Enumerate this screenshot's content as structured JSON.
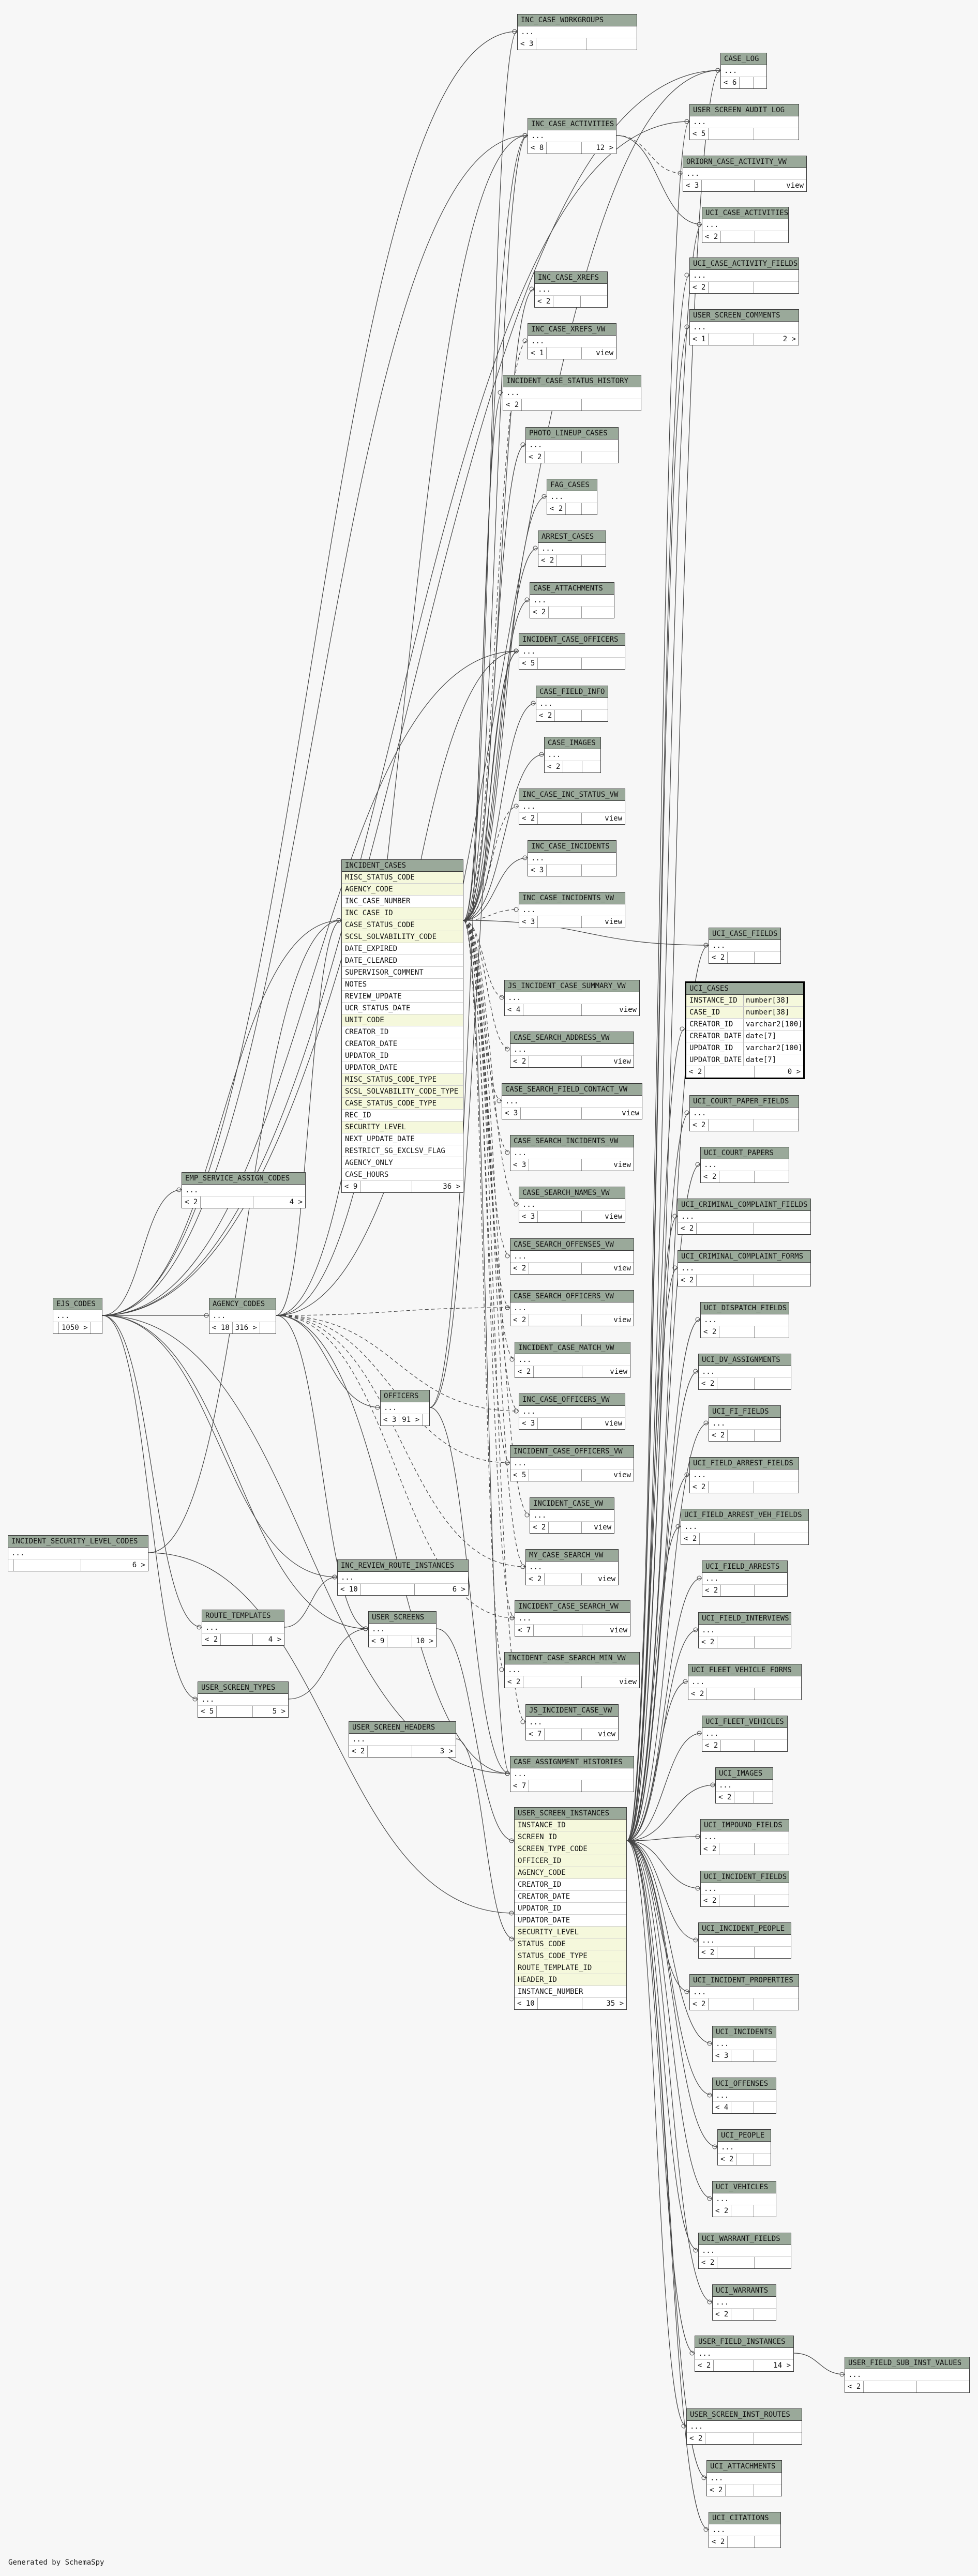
{
  "footer": "Generated by SchemaSpy",
  "tables": {
    "inc_case_workgroups": {
      "name": "INC_CASE_WORKGROUPS",
      "rows": "...",
      "f1": "< 3",
      "f2": "",
      "f3": ""
    },
    "case_log": {
      "name": "CASE_LOG",
      "rows": "...",
      "f1": "< 6",
      "f2": "",
      "f3": ""
    },
    "inc_case_activities": {
      "name": "INC_CASE_ACTIVITIES",
      "rows": "...",
      "f1": "< 8",
      "f2": "",
      "f3": "12 >"
    },
    "user_screen_audit_log": {
      "name": "USER_SCREEN_AUDIT_LOG",
      "rows": "...",
      "f1": "< 5",
      "f2": "",
      "f3": ""
    },
    "orion_case_activity_vw": {
      "name": "ORIORN_CASE_ACTIVITY_VW",
      "rows": "...",
      "f1": "< 3",
      "f2": "",
      "f3": "view"
    },
    "uci_case_activities": {
      "name": "UCI_CASE_ACTIVITIES",
      "rows": "...",
      "f1": "< 2",
      "f2": "",
      "f3": ""
    },
    "uci_case_activity_fields": {
      "name": "UCI_CASE_ACTIVITY_FIELDS",
      "rows": "...",
      "f1": "< 2",
      "f2": "",
      "f3": ""
    },
    "user_screen_comments": {
      "name": "USER_SCREEN_COMMENTS",
      "rows": "...",
      "f1": "< 1",
      "f2": "",
      "f3": "2 >"
    },
    "inc_case_xrefs": {
      "name": "INC_CASE_XREFS",
      "rows": "...",
      "f1": "< 2",
      "f2": "",
      "f3": ""
    },
    "inc_case_xrefs_vw": {
      "name": "INC_CASE_XREFS_VW",
      "rows": "...",
      "f1": "< 1",
      "f2": "",
      "f3": "view"
    },
    "incident_case_status_history": {
      "name": "INCIDENT_CASE_STATUS_HISTORY",
      "rows": "...",
      "f1": "< 2",
      "f2": "",
      "f3": ""
    },
    "photo_lineup_cases": {
      "name": "PHOTO_LINEUP_CASES",
      "rows": "...",
      "f1": "< 2",
      "f2": "",
      "f3": ""
    },
    "fag_cases": {
      "name": "FAG_CASES",
      "rows": "...",
      "f1": "< 2",
      "f2": "",
      "f3": ""
    },
    "arrest_cases": {
      "name": "ARREST_CASES",
      "rows": "...",
      "f1": "< 2",
      "f2": "",
      "f3": ""
    },
    "case_attachments": {
      "name": "CASE_ATTACHMENTS",
      "rows": "...",
      "f1": "< 2",
      "f2": "",
      "f3": ""
    },
    "incident_case_officers": {
      "name": "INCIDENT_CASE_OFFICERS",
      "rows": "...",
      "f1": "< 5",
      "f2": "",
      "f3": ""
    },
    "case_field_info": {
      "name": "CASE_FIELD_INFO",
      "rows": "...",
      "f1": "< 2",
      "f2": "",
      "f3": ""
    },
    "case_images": {
      "name": "CASE_IMAGES",
      "rows": "...",
      "f1": "< 2",
      "f2": "",
      "f3": ""
    },
    "inc_case_inc_status_vw": {
      "name": "INC_CASE_INC_STATUS_VW",
      "rows": "...",
      "f1": "< 2",
      "f2": "",
      "f3": "view"
    },
    "inc_case_incidents": {
      "name": "INC_CASE_INCIDENTS",
      "rows": "...",
      "f1": "< 3",
      "f2": "",
      "f3": ""
    },
    "inc_case_incidents_vw": {
      "name": "INC_CASE_INCIDENTS_VW",
      "rows": "...",
      "f1": "< 3",
      "f2": "",
      "f3": "view"
    },
    "uci_case_fields": {
      "name": "UCI_CASE_FIELDS",
      "rows": "...",
      "f1": "< 2",
      "f2": "",
      "f3": ""
    },
    "js_incident_case_summary_vw": {
      "name": "JS_INCIDENT_CASE_SUMMARY_VW",
      "rows": "...",
      "f1": "< 4",
      "f2": "",
      "f3": "view"
    },
    "case_search_address_vw": {
      "name": "CASE_SEARCH_ADDRESS_VW",
      "rows": "...",
      "f1": "< 2",
      "f2": "",
      "f3": "view"
    },
    "case_search_field_contact_vw": {
      "name": "CASE_SEARCH_FIELD_CONTACT_VW",
      "rows": "...",
      "f1": "< 3",
      "f2": "",
      "f3": "view"
    },
    "case_search_incidents_vw": {
      "name": "CASE_SEARCH_INCIDENTS_VW",
      "rows": "...",
      "f1": "< 3",
      "f2": "",
      "f3": "view"
    },
    "case_search_names_vw": {
      "name": "CASE_SEARCH_NAMES_VW",
      "rows": "...",
      "f1": "< 3",
      "f2": "",
      "f3": "view"
    },
    "case_search_offenses_vw": {
      "name": "CASE_SEARCH_OFFENSES_VW",
      "rows": "...",
      "f1": "< 2",
      "f2": "",
      "f3": "view"
    },
    "case_search_officers_vw": {
      "name": "CASE_SEARCH_OFFICERS_VW",
      "rows": "...",
      "f1": "< 2",
      "f2": "",
      "f3": "view"
    },
    "incident_case_match_vw": {
      "name": "INCIDENT_CASE_MATCH_VW",
      "rows": "...",
      "f1": "< 2",
      "f2": "",
      "f3": "view"
    },
    "inc_case_officers_vw": {
      "name": "INC_CASE_OFFICERS_VW",
      "rows": "...",
      "f1": "< 3",
      "f2": "",
      "f3": "view"
    },
    "incident_case_officers_vw": {
      "name": "INCIDENT_CASE_OFFICERS_VW",
      "rows": "...",
      "f1": "< 5",
      "f2": "",
      "f3": "view"
    },
    "incident_case_vw": {
      "name": "INCIDENT_CASE_VW",
      "rows": "...",
      "f1": "< 2",
      "f2": "",
      "f3": "view"
    },
    "my_case_search_vw": {
      "name": "MY_CASE_SEARCH_VW",
      "rows": "...",
      "f1": "< 2",
      "f2": "",
      "f3": "view"
    },
    "incident_case_search_vw": {
      "name": "INCIDENT_CASE_SEARCH_VW",
      "rows": "...",
      "f1": "< 7",
      "f2": "",
      "f3": "view"
    },
    "incident_case_search_min_vw": {
      "name": "INCIDENT_CASE_SEARCH_MIN_VW",
      "rows": "...",
      "f1": "< 2",
      "f2": "",
      "f3": "view"
    },
    "js_incident_case_vw": {
      "name": "JS_INCIDENT_CASE_VW",
      "rows": "...",
      "f1": "< 7",
      "f2": "",
      "f3": "view"
    },
    "case_assignment_histories": {
      "name": "CASE_ASSIGNMENT_HISTORIES",
      "rows": "...",
      "f1": "< 7",
      "f2": "",
      "f3": ""
    },
    "emp_service_assign_codes": {
      "name": "EMP_SERVICE_ASSIGN_CODES",
      "rows": "...",
      "f1": "< 2",
      "f2": "",
      "f3": "4 >"
    },
    "ejs_codes": {
      "name": "EJS_CODES",
      "rows": "...",
      "f1": "",
      "f2": "1050 >",
      "f3": ""
    },
    "agency_codes": {
      "name": "AGENCY_CODES",
      "rows": "...",
      "f1": "< 18",
      "f2": "316 >",
      "f3": ""
    },
    "officers": {
      "name": "OFFICERS",
      "rows": "...",
      "f1": "< 3",
      "f2": "91 >",
      "f3": ""
    },
    "incident_security_level_codes": {
      "name": "INCIDENT_SECURITY_LEVEL_CODES",
      "rows": "...",
      "f1": "",
      "f2": "",
      "f3": "6 >"
    },
    "inc_review_route_instances": {
      "name": "INC_REVIEW_ROUTE_INSTANCES",
      "rows": "...",
      "f1": "< 10",
      "f2": "",
      "f3": "6 >"
    },
    "route_templates": {
      "name": "ROUTE_TEMPLATES",
      "rows": "...",
      "f1": "< 2",
      "f2": "",
      "f3": "4 >"
    },
    "user_screens": {
      "name": "USER_SCREENS",
      "rows": "...",
      "f1": "< 9",
      "f2": "",
      "f3": "10 >"
    },
    "user_screen_types": {
      "name": "USER_SCREEN_TYPES",
      "rows": "...",
      "f1": "< 5",
      "f2": "",
      "f3": "5 >"
    },
    "user_screen_headers": {
      "name": "USER_SCREEN_HEADERS",
      "rows": "...",
      "f1": "< 2",
      "f2": "",
      "f3": "3 >"
    },
    "uci_court_paper_fields": {
      "name": "UCI_COURT_PAPER_FIELDS",
      "rows": "...",
      "f1": "< 2",
      "f2": "",
      "f3": ""
    },
    "uci_court_papers": {
      "name": "UCI_COURT_PAPERS",
      "rows": "...",
      "f1": "< 2",
      "f2": "",
      "f3": ""
    },
    "uci_criminal_complaint_fields": {
      "name": "UCI_CRIMINAL_COMPLAINT_FIELDS",
      "rows": "...",
      "f1": "< 2",
      "f2": "",
      "f3": ""
    },
    "uci_criminal_complaint_forms": {
      "name": "UCI_CRIMINAL_COMPLAINT_FORMS",
      "rows": "...",
      "f1": "< 2",
      "f2": "",
      "f3": ""
    },
    "uci_dispatch_fields": {
      "name": "UCI_DISPATCH_FIELDS",
      "rows": "...",
      "f1": "< 2",
      "f2": "",
      "f3": ""
    },
    "uci_dv_assignments": {
      "name": "UCI_DV_ASSIGNMENTS",
      "rows": "...",
      "f1": "< 2",
      "f2": "",
      "f3": ""
    },
    "uci_fi_fields": {
      "name": "UCI_FI_FIELDS",
      "rows": "...",
      "f1": "< 2",
      "f2": "",
      "f3": ""
    },
    "uci_field_arrest_fields": {
      "name": "UCI_FIELD_ARREST_FIELDS",
      "rows": "...",
      "f1": "< 2",
      "f2": "",
      "f3": ""
    },
    "uci_field_arrest_veh_fields": {
      "name": "UCI_FIELD_ARREST_VEH_FIELDS",
      "rows": "...",
      "f1": "< 2",
      "f2": "",
      "f3": ""
    },
    "uci_field_arrests": {
      "name": "UCI_FIELD_ARRESTS",
      "rows": "...",
      "f1": "< 2",
      "f2": "",
      "f3": ""
    },
    "uci_field_interviews": {
      "name": "UCI_FIELD_INTERVIEWS",
      "rows": "...",
      "f1": "< 2",
      "f2": "",
      "f3": ""
    },
    "uci_fleet_vehicle_forms": {
      "name": "UCI_FLEET_VEHICLE_FORMS",
      "rows": "...",
      "f1": "< 2",
      "f2": "",
      "f3": ""
    },
    "uci_fleet_vehicles": {
      "name": "UCI_FLEET_VEHICLES",
      "rows": "...",
      "f1": "< 2",
      "f2": "",
      "f3": ""
    },
    "uci_images": {
      "name": "UCI_IMAGES",
      "rows": "...",
      "f1": "< 2",
      "f2": "",
      "f3": ""
    },
    "uci_impound_fields": {
      "name": "UCI_IMPOUND_FIELDS",
      "rows": "...",
      "f1": "< 2",
      "f2": "",
      "f3": ""
    },
    "uci_incident_fields": {
      "name": "UCI_INCIDENT_FIELDS",
      "rows": "...",
      "f1": "< 2",
      "f2": "",
      "f3": ""
    },
    "uci_incident_people": {
      "name": "UCI_INCIDENT_PEOPLE",
      "rows": "...",
      "f1": "< 2",
      "f2": "",
      "f3": ""
    },
    "uci_incident_properties": {
      "name": "UCI_INCIDENT_PROPERTIES",
      "rows": "...",
      "f1": "< 2",
      "f2": "",
      "f3": ""
    },
    "uci_incidents": {
      "name": "UCI_INCIDENTS",
      "rows": "...",
      "f1": "< 3",
      "f2": "",
      "f3": ""
    },
    "uci_offenses": {
      "name": "UCI_OFFENSES",
      "rows": "...",
      "f1": "< 4",
      "f2": "",
      "f3": ""
    },
    "uci_people": {
      "name": "UCI_PEOPLE",
      "rows": "...",
      "f1": "< 2",
      "f2": "",
      "f3": ""
    },
    "uci_vehicles": {
      "name": "UCI_VEHICLES",
      "rows": "...",
      "f1": "< 2",
      "f2": "",
      "f3": ""
    },
    "uci_warrant_fields": {
      "name": "UCI_WARRANT_FIELDS",
      "rows": "...",
      "f1": "< 2",
      "f2": "",
      "f3": ""
    },
    "uci_warrants": {
      "name": "UCI_WARRANTS",
      "rows": "...",
      "f1": "< 2",
      "f2": "",
      "f3": ""
    },
    "user_field_instances": {
      "name": "USER_FIELD_INSTANCES",
      "rows": "...",
      "f1": "< 2",
      "f2": "",
      "f3": "14 >"
    },
    "user_field_sub_inst_values": {
      "name": "USER_FIELD_SUB_INST_VALUES",
      "rows": "...",
      "f1": "< 2",
      "f2": "",
      "f3": ""
    },
    "user_screen_inst_routes": {
      "name": "USER_SCREEN_INST_ROUTES",
      "rows": "...",
      "f1": "< 2",
      "f2": "",
      "f3": ""
    },
    "uci_attachments": {
      "name": "UCI_ATTACHMENTS",
      "rows": "...",
      "f1": "< 2",
      "f2": "",
      "f3": ""
    },
    "uci_citations": {
      "name": "UCI_CITATIONS",
      "rows": "...",
      "f1": "< 2",
      "f2": "",
      "f3": ""
    }
  },
  "incident_cases": {
    "name": "INCIDENT_CASES",
    "columns": [
      {
        "text": "MISC_STATUS_CODE",
        "key": true
      },
      {
        "text": "AGENCY_CODE",
        "key": true
      },
      {
        "text": "INC_CASE_NUMBER",
        "key": false
      },
      {
        "text": "INC_CASE_ID",
        "key": true
      },
      {
        "text": "CASE_STATUS_CODE",
        "key": true
      },
      {
        "text": "SCSL_SOLVABILITY_CODE",
        "key": true
      },
      {
        "text": "DATE_EXPIRED",
        "key": false
      },
      {
        "text": "DATE_CLEARED",
        "key": false
      },
      {
        "text": "SUPERVISOR_COMMENT",
        "key": false
      },
      {
        "text": "NOTES",
        "key": false
      },
      {
        "text": "REVIEW_UPDATE",
        "key": false
      },
      {
        "text": "UCR_STATUS_DATE",
        "key": false
      },
      {
        "text": "UNIT_CODE",
        "key": true
      },
      {
        "text": "CREATOR_ID",
        "key": false
      },
      {
        "text": "CREATOR_DATE",
        "key": false
      },
      {
        "text": "UPDATOR_ID",
        "key": false
      },
      {
        "text": "UPDATOR_DATE",
        "key": false
      },
      {
        "text": "MISC_STATUS_CODE_TYPE",
        "key": true
      },
      {
        "text": "SCSL_SOLVABILITY_CODE_TYPE",
        "key": true
      },
      {
        "text": "CASE_STATUS_CODE_TYPE",
        "key": true
      },
      {
        "text": "REC_ID",
        "key": false
      },
      {
        "text": "SECURITY_LEVEL",
        "key": true
      },
      {
        "text": "NEXT_UPDATE_DATE",
        "key": false
      },
      {
        "text": "RESTRICT_SG_EXCLSV_FLAG",
        "key": false
      },
      {
        "text": "AGENCY_ONLY",
        "key": false
      },
      {
        "text": "CASE_HOURS",
        "key": false
      }
    ],
    "f1": "< 9",
    "f2": "",
    "f3": "36 >"
  },
  "uci_cases": {
    "name": "UCI_CASES",
    "columns": [
      {
        "text": "INSTANCE_ID",
        "type": "number[38]",
        "key": true
      },
      {
        "text": "CASE_ID",
        "type": "number[38]",
        "key": true
      },
      {
        "text": "CREATOR_ID",
        "type": "varchar2[100]",
        "key": false
      },
      {
        "text": "CREATOR_DATE",
        "type": "date[7]",
        "key": false
      },
      {
        "text": "UPDATOR_ID",
        "type": "varchar2[100]",
        "key": false
      },
      {
        "text": "UPDATOR_DATE",
        "type": "date[7]",
        "key": false
      }
    ],
    "f1": "< 2",
    "f2": "",
    "f3": "0 >"
  },
  "user_screen_instances": {
    "name": "USER_SCREEN_INSTANCES",
    "columns": [
      {
        "text": "INSTANCE_ID",
        "key": true
      },
      {
        "text": "SCREEN_ID",
        "key": true
      },
      {
        "text": "SCREEN_TYPE_CODE",
        "key": true
      },
      {
        "text": "OFFICER_ID",
        "key": true
      },
      {
        "text": "AGENCY_CODE",
        "key": true
      },
      {
        "text": "CREATOR_ID",
        "key": false
      },
      {
        "text": "CREATOR_DATE",
        "key": false
      },
      {
        "text": "UPDATOR_ID",
        "key": false
      },
      {
        "text": "UPDATOR_DATE",
        "key": false
      },
      {
        "text": "SECURITY_LEVEL",
        "key": true
      },
      {
        "text": "STATUS_CODE",
        "key": true
      },
      {
        "text": "STATUS_CODE_TYPE",
        "key": true
      },
      {
        "text": "ROUTE_TEMPLATE_ID",
        "key": true
      },
      {
        "text": "HEADER_ID",
        "key": true
      },
      {
        "text": "INSTANCE_NUMBER",
        "key": false
      }
    ],
    "f1": "< 10",
    "f2": "",
    "f3": "35 >"
  }
}
